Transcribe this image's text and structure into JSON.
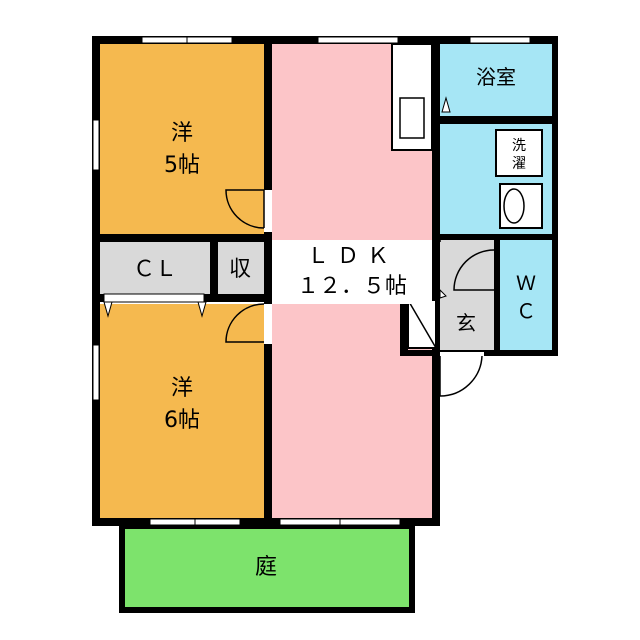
{
  "rooms": {
    "western1": {
      "type": "洋",
      "size": "5帖"
    },
    "western2": {
      "type": "洋",
      "size": "6帖"
    },
    "closet": "ＣＬ",
    "storage": "収",
    "ldk": {
      "type": "ＬＤＫ",
      "size": "１２．５帖"
    },
    "bath": "浴室",
    "laundry": "洗\n濯",
    "laundry_line1": "洗",
    "laundry_line2": "濯",
    "wc_line1": "Ｗ",
    "wc_line2": "Ｃ",
    "entrance": "玄",
    "garden": "庭"
  },
  "colors": {
    "western": "#f5b94f",
    "ldk": "#fcc5c8",
    "wet": "#a6e6f5",
    "garden": "#7de36c",
    "closet": "#d9d9d9",
    "wall": "#000000"
  }
}
